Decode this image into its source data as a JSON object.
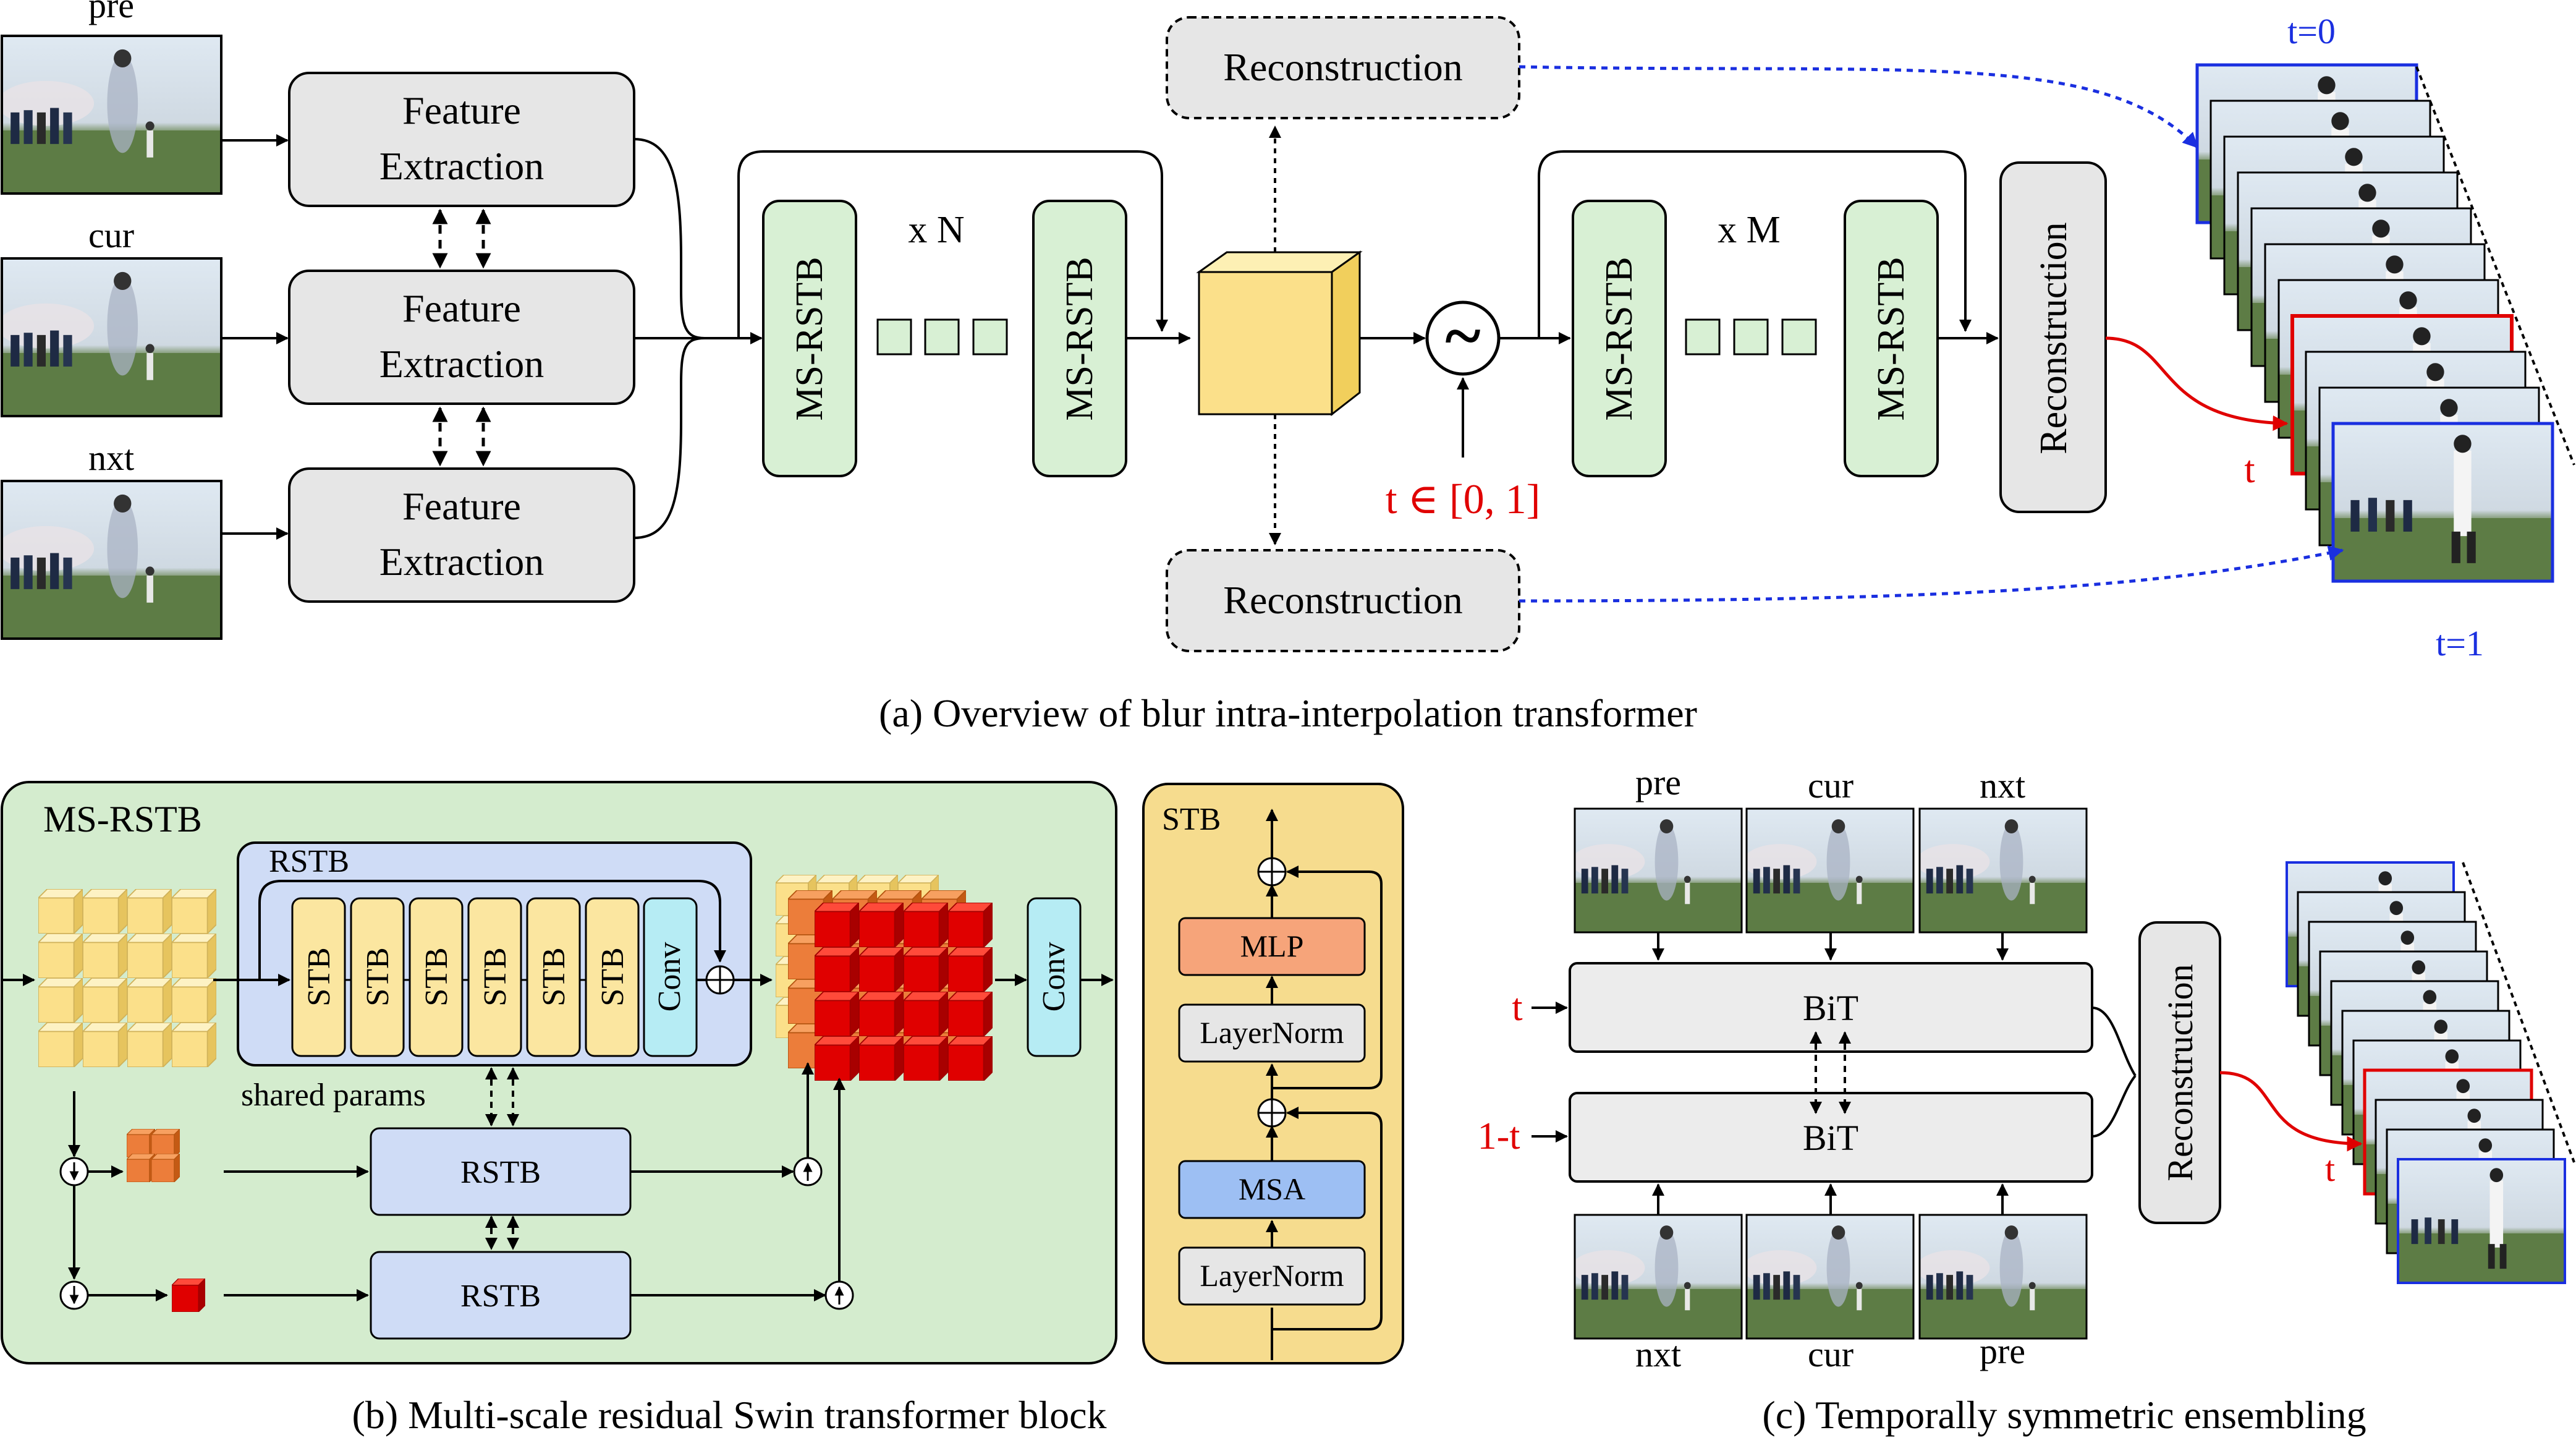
{
  "panel_a": {
    "caption": "(a) Overview of blur intra-interpolation transformer",
    "inputs": {
      "pre": "pre",
      "cur": "cur",
      "nxt": "nxt"
    },
    "feature_line1": "Feature",
    "feature_line2": "Extraction",
    "msrstb": "MS-RSTB",
    "repeat_n": "x N",
    "repeat_m": "x M",
    "reconstruction": "Reconstruction",
    "t_range": "t ∈ [0, 1]",
    "sine": "~",
    "t0": "t=0",
    "t1": "t=1",
    "t_label": "t"
  },
  "panel_b": {
    "caption": "(b) Multi-scale residual Swin transformer block",
    "title": "MS-RSTB",
    "rstb_group": "RSTB",
    "stb": "STB",
    "conv": "Conv",
    "shared": "shared params",
    "rstb": "RSTB",
    "stb_title": "STB",
    "mlp": "MLP",
    "layernorm": "LayerNorm",
    "msa": "MSA"
  },
  "panel_c": {
    "caption": "(c) Temporally symmetric ensembling",
    "top_labels": [
      "pre",
      "cur",
      "nxt"
    ],
    "bottom_labels": [
      "nxt",
      "cur",
      "pre"
    ],
    "bit": "BiT",
    "t": "t",
    "one_minus_t": "1-t",
    "reconstruction": "Reconstruction",
    "t_label": "t"
  },
  "colors": {
    "gray_fill": "#e6e6e6",
    "green_fill": "#d8f0d4",
    "green_panel": "#d4ecce",
    "yellow_fill": "#fbe6a0",
    "yellow_panel": "#f6dc8e",
    "blue_fill": "#cfdcf6",
    "cyan_fill": "#b6ecf4",
    "orange": "#ec7d3a",
    "red": "#e00000",
    "blue": "#1a2fe0",
    "mlp_fill": "#f6a47a",
    "msa_fill": "#9dbff3"
  }
}
